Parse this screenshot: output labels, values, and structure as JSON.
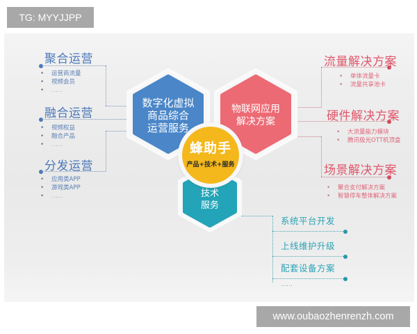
{
  "watermarks": {
    "top": "TG: MYYJJPP",
    "bottom": "www.oubaozhenrenzh.com"
  },
  "colors": {
    "blue_hex": "#4a86c8",
    "red_hex": "#ec6a74",
    "teal_hex": "#24a4b8",
    "center_circle": "#f4b81c",
    "blue_text": "#4b78b8",
    "red_text": "#e0566a",
    "teal_text": "#2ba3b5"
  },
  "center": {
    "title": "蜂助手",
    "subtitle": "产品+技术+服务"
  },
  "hexagons": {
    "blue": {
      "lines": [
        "数字化虚拟",
        "商品综合",
        "运营服务"
      ]
    },
    "red": {
      "lines": [
        "物联网应用",
        "解决方案"
      ]
    },
    "teal": {
      "lines": [
        "技术",
        "服务"
      ]
    }
  },
  "left_sections": [
    {
      "title": "聚合运营",
      "items": [
        "运营商流量",
        "视频会员",
        "……"
      ]
    },
    {
      "title": "融合运营",
      "items": [
        "视频权益",
        "融合产品",
        "……"
      ]
    },
    {
      "title": "分发运营",
      "items": [
        "应用类APP",
        "游戏类APP",
        "……"
      ]
    }
  ],
  "right_sections": [
    {
      "title": "流量解决方案",
      "items": [
        "单体流量卡",
        "流量共享池卡"
      ]
    },
    {
      "title": "硬件解决方案",
      "items": [
        "大流量能力模块",
        "腾讯极光OTT机顶盒"
      ]
    },
    {
      "title": "场景解决方案",
      "items": [
        "聚合支付解决方案",
        "智慧停车整体解决方案"
      ]
    }
  ],
  "bottom_section": {
    "items": [
      "系统平台开发",
      "上线维护升级",
      "配套设备方案",
      "……"
    ]
  }
}
